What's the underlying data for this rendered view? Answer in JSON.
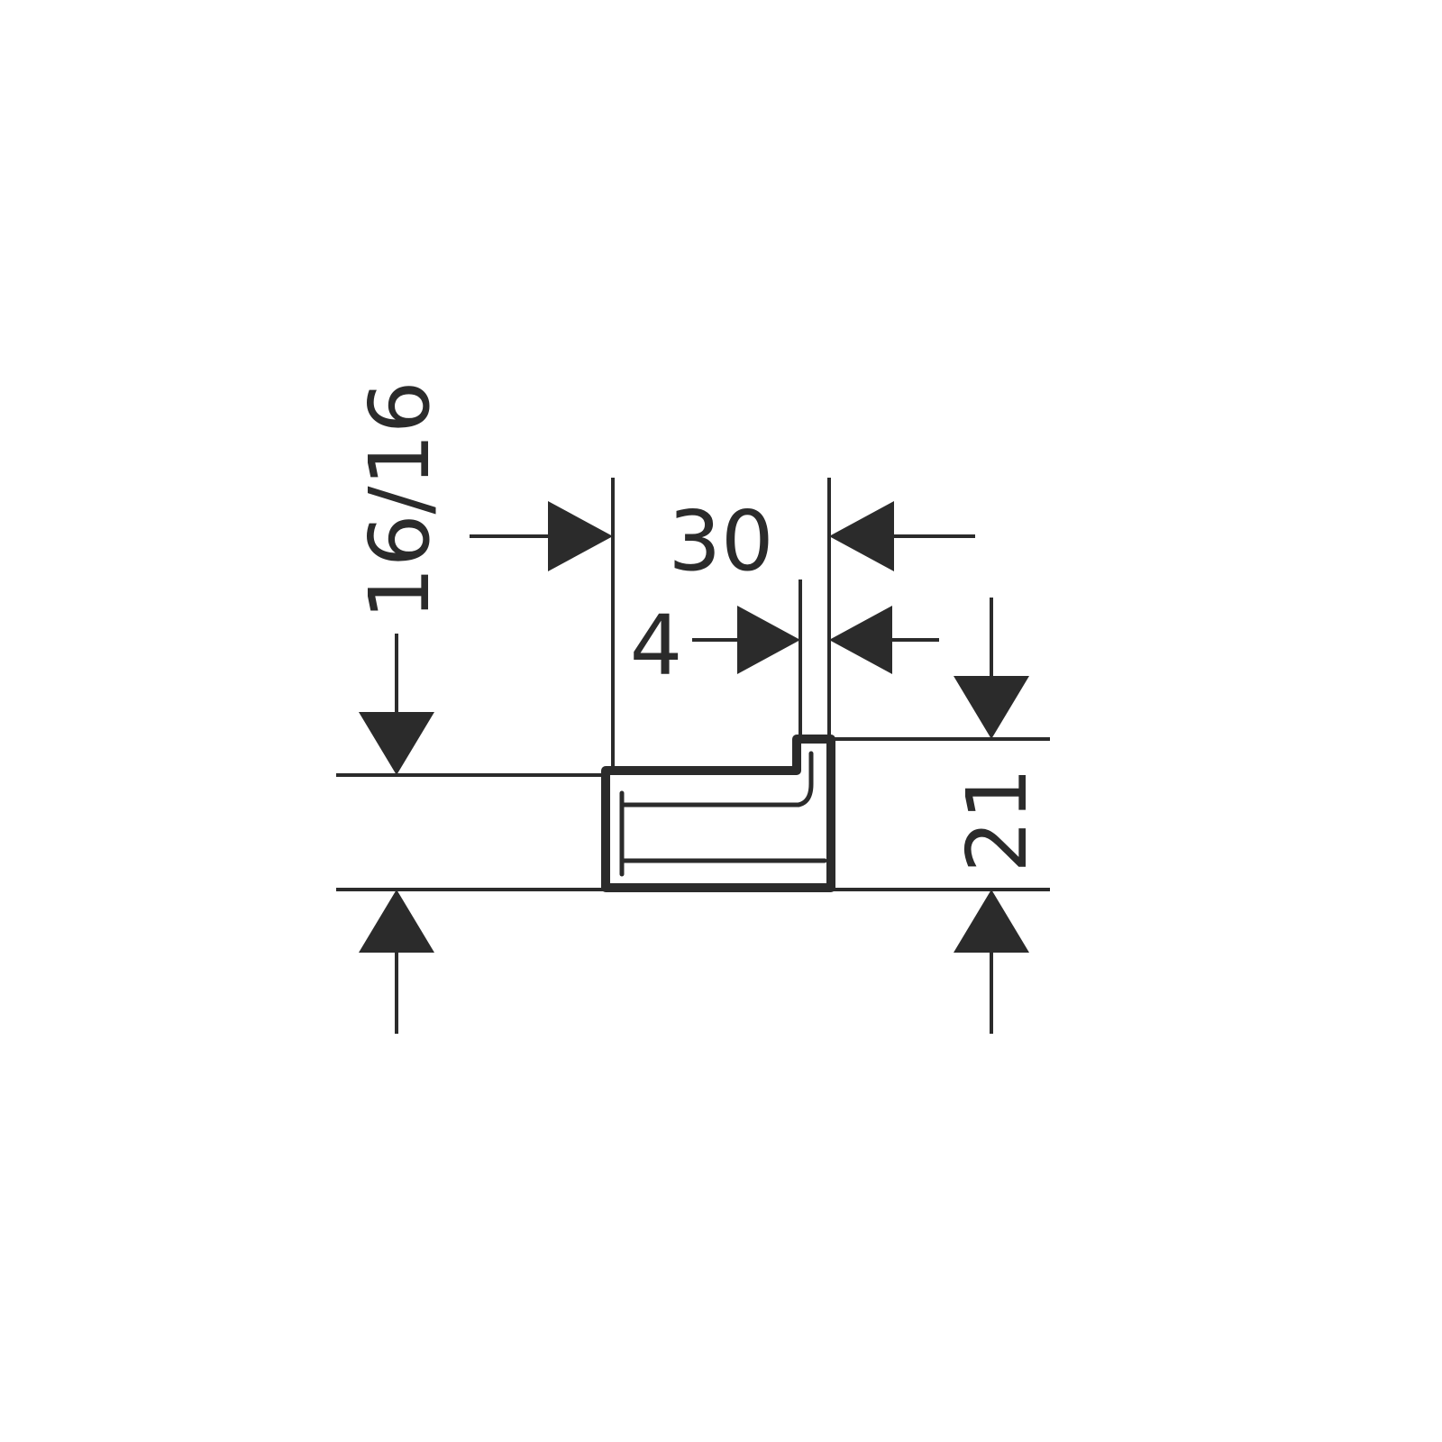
{
  "dimensions": {
    "width_overall": "30",
    "hook_thickness": "4",
    "height": "21",
    "depth_left": "16/16"
  },
  "colors": {
    "ink": "#2b2b2b",
    "background": "#ffffff"
  }
}
